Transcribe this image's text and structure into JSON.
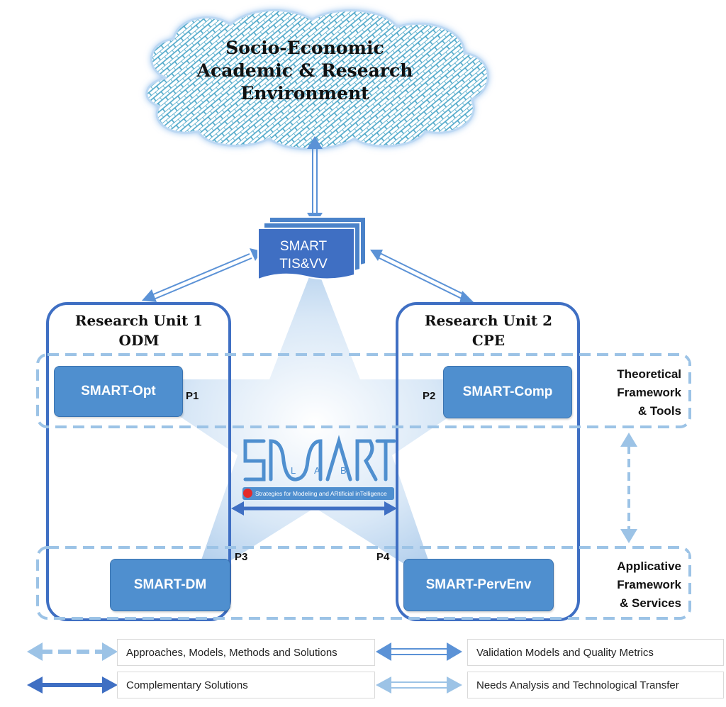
{
  "environment": {
    "line1": "Socio-Economic",
    "line2": "Academic & Research",
    "line3": "Environment"
  },
  "tis": {
    "line1": "SMART",
    "line2": "TIS&VV"
  },
  "units": [
    {
      "title": "Research Unit 1",
      "code": "ODM"
    },
    {
      "title": "Research Unit 2",
      "code": "CPE"
    }
  ],
  "modules": {
    "opt": "SMART-Opt",
    "comp": "SMART-Comp",
    "dm": "SMART-DM",
    "pervenv": "SMART-PervEnv"
  },
  "ports": {
    "p1": "P1",
    "p2": "P2",
    "p3": "P3",
    "p4": "P4"
  },
  "layers": {
    "theoretical": {
      "line1": "Theoretical",
      "line2": "Framework",
      "line3": "& Tools"
    },
    "applicative": {
      "line1": "Applicative",
      "line2": "Framework",
      "line3": "& Services"
    }
  },
  "logo": {
    "wordmark": "SMART",
    "lab_letters": [
      "L",
      "A",
      "B"
    ],
    "tagline": "Strategies for Modeling and ARtificial inTelligence"
  },
  "legend": [
    {
      "label": "Approaches, Models, Methods and Solutions",
      "style": "dashed-arrow"
    },
    {
      "label": "Validation Models and Quality Metrics",
      "style": "double-line-arrow"
    },
    {
      "label": "Complementary Solutions",
      "style": "solid-arrow"
    },
    {
      "label": "Needs Analysis and Technological Transfer",
      "style": "double-line-arrow"
    }
  ],
  "colors": {
    "dark_blue": "#3f6fc3",
    "box_blue": "#4f8fcf",
    "light_blue": "#9cc3e6",
    "cloud_glow": "#7fb3ea"
  }
}
